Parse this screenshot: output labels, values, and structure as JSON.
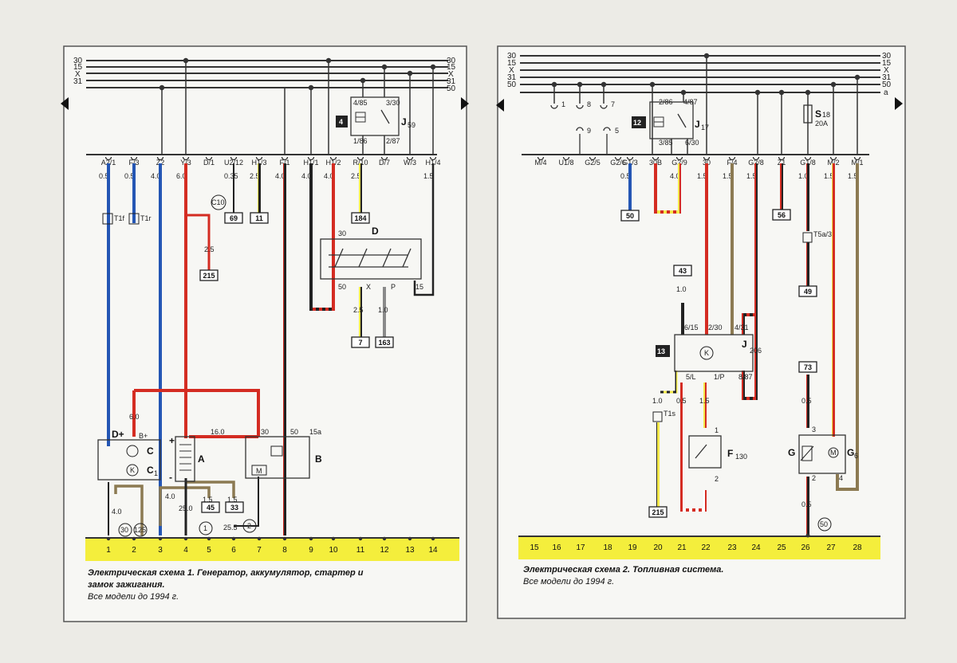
{
  "left": {
    "rails": [
      "30",
      "15",
      "X",
      "31"
    ],
    "rails_right": [
      "30",
      "15",
      "X",
      "31",
      "50"
    ],
    "connectors": [
      "A2/1",
      "F/3",
      "Z2",
      "Y/3",
      "D/1",
      "U2/12",
      "H1/3",
      "F/1",
      "H1/1",
      "H1/2",
      "R/10",
      "D/7",
      "W/3",
      "H1/4"
    ],
    "gauges": [
      "0.5",
      "0.5",
      "4.0",
      "6.0",
      "0.35",
      "2.5",
      "4.0",
      "4.0",
      "4.0",
      "2.5",
      "1.5"
    ],
    "refs": [
      "69",
      "11",
      "184",
      "215",
      "7",
      "163",
      "45",
      "33"
    ],
    "relay_pins": [
      "4/85",
      "3/30",
      "1/86",
      "2/87"
    ],
    "relay_num": "4",
    "relay_name": "J",
    "relay_sub": "59",
    "comp": {
      "t1f": "T1f",
      "t1r": "T1r",
      "c10": "C10",
      "c": "C",
      "c1": "C",
      "c1_sub": "1",
      "dplus": "D+",
      "bplus": "B+",
      "a": "A",
      "b": "B",
      "d": "D",
      "plus": "+",
      "minus": "-",
      "k": "K"
    },
    "wire": {
      "g25": "2.5",
      "g60": "6.0",
      "g160": "16.0",
      "t30": "30",
      "t50": "50",
      "t15a": "15a",
      "g40a": "4.0",
      "g40b": "4.0",
      "g250": "25.0",
      "g15a": "1.5",
      "g15b": "1.5",
      "g255": "25.5",
      "d30": "30",
      "d50": "50",
      "dx": "X",
      "dp": "P",
      "d15": "15",
      "g25b": "2.5",
      "g10": "1.0"
    },
    "ground": [
      "30",
      "125",
      "1",
      "2"
    ],
    "bottom": [
      "1",
      "2",
      "3",
      "4",
      "5",
      "6",
      "7",
      "8",
      "9",
      "10",
      "11",
      "12",
      "13",
      "14"
    ],
    "caption1": "Электрическая схема 1. Генератор, аккумулятор, стартер и",
    "caption2": "замок зажигания.",
    "caption3": "Все модели до 1994 г."
  },
  "right": {
    "rails": [
      "30",
      "15",
      "X",
      "31",
      "50"
    ],
    "rails_right": [
      "30",
      "15",
      "X",
      "31",
      "50",
      "a"
    ],
    "connectors": [
      "M/4",
      "U1/8",
      "G2/5",
      "G2/6",
      "G1/3",
      "30B",
      "G2/9",
      "30",
      "F/4",
      "G2/8",
      "Z1",
      "G1/8",
      "M/2",
      "M/1"
    ],
    "gauges": [
      "0.5",
      "4.0",
      "1.5",
      "1.5",
      "1.5",
      "1.0",
      "1.5",
      "1.5"
    ],
    "small_pins": [
      "1",
      "8",
      "7",
      "9",
      "5"
    ],
    "relay_pins": [
      "2/86",
      "4/87",
      "3/85",
      "6/30"
    ],
    "relay_num": "12",
    "relay_name": "J",
    "relay_sub": "17",
    "fuse_name": "S",
    "fuse_sub": "18",
    "fuse_rating": "20A",
    "refs": [
      "50",
      "56",
      "43",
      "49",
      "73",
      "215"
    ],
    "comp": {
      "t5a3": "T5a/3",
      "t1s": "T1s",
      "k13": "13",
      "k": "K",
      "j": "J",
      "j206": "206",
      "p615": "6/15",
      "p230": "2/30",
      "p431": "4/31",
      "p5l": "5/L",
      "p1p": "1/P",
      "p887": "8/87",
      "f": "F",
      "f130": "130",
      "g": "G",
      "g6": "G",
      "g6_sub": "6",
      "m": "M",
      "g10": "1.0",
      "g10b": "1.0",
      "g05a": "0.5",
      "g15c": "1.5",
      "g05b": "0.5",
      "g05c": "0.5",
      "p1": "1",
      "p2": "2",
      "p3": "3",
      "p2b": "2",
      "p4": "4",
      "circle50": "50"
    },
    "bottom": [
      "15",
      "16",
      "17",
      "18",
      "19",
      "20",
      "21",
      "22",
      "23",
      "24",
      "25",
      "26",
      "27",
      "28"
    ],
    "caption1": "Электрическая схема 2. Топливная система.",
    "caption2": "Все модели до 1994 г."
  },
  "colors": {
    "red": "#d42c22",
    "blue": "#2456b4",
    "yellow": "#f3e94a",
    "brown": "#8c7a52",
    "black": "#222222",
    "grey": "#8a8a8a",
    "panel": "#f7f7f4",
    "bar": "#f4ee3c"
  }
}
